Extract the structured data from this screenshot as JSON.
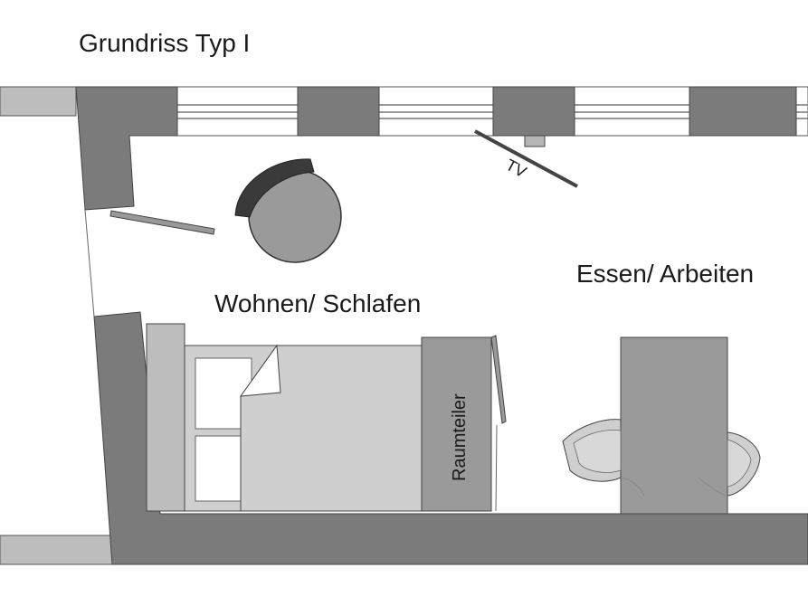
{
  "title": "Grundriss Typ I",
  "rooms": {
    "living": "Wohnen/ Schlafen",
    "dining": "Essen/ Arbeiten"
  },
  "furniture": {
    "divider": "Raumteiler",
    "tv": "TV"
  },
  "colors": {
    "wall_dark": "#7b7b7b",
    "wall_light": "#bdbdbd",
    "furniture": "#9a9a9a",
    "furniture_light": "#cfcfcf",
    "outline": "#3a3a3a"
  }
}
